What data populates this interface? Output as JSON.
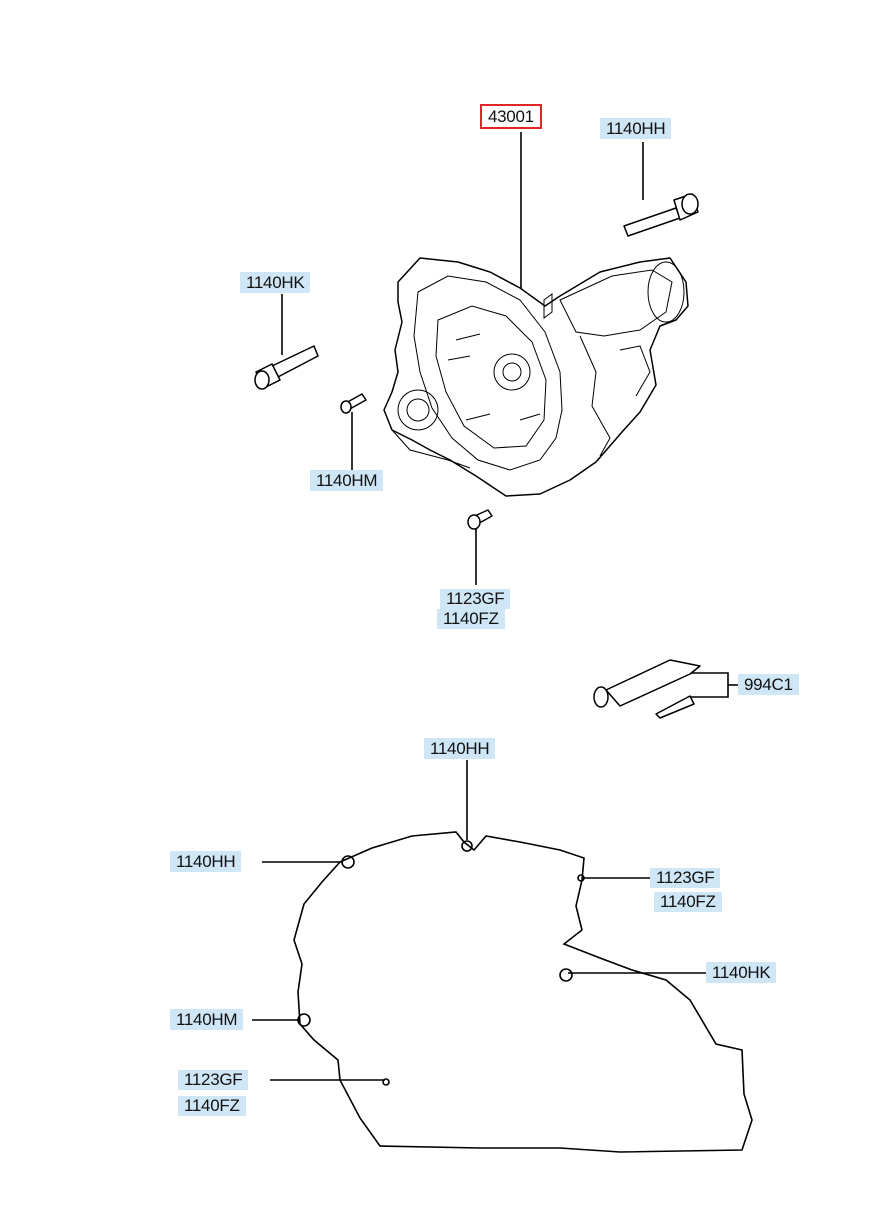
{
  "labels": {
    "assembly": "43001",
    "bolt_top_right": "1140HH",
    "bolt_left": "1140HK",
    "bolt_small_left": "1140HM",
    "bolt_bottom_a": "1123GF",
    "bolt_bottom_b": "1140FZ",
    "sealant": "994C1",
    "gasket_top": "1140HH",
    "gasket_left_top": "1140HH",
    "gasket_right_a": "1123GF",
    "gasket_right_b": "1140FZ",
    "gasket_right_mid": "1140HK",
    "gasket_left_mid": "1140HM",
    "gasket_left_bottom_a": "1123GF",
    "gasket_left_bottom_b": "1140FZ"
  },
  "colors": {
    "label_background": "#cfe6f7",
    "selected_border": "#e0262b",
    "line": "#000000"
  }
}
